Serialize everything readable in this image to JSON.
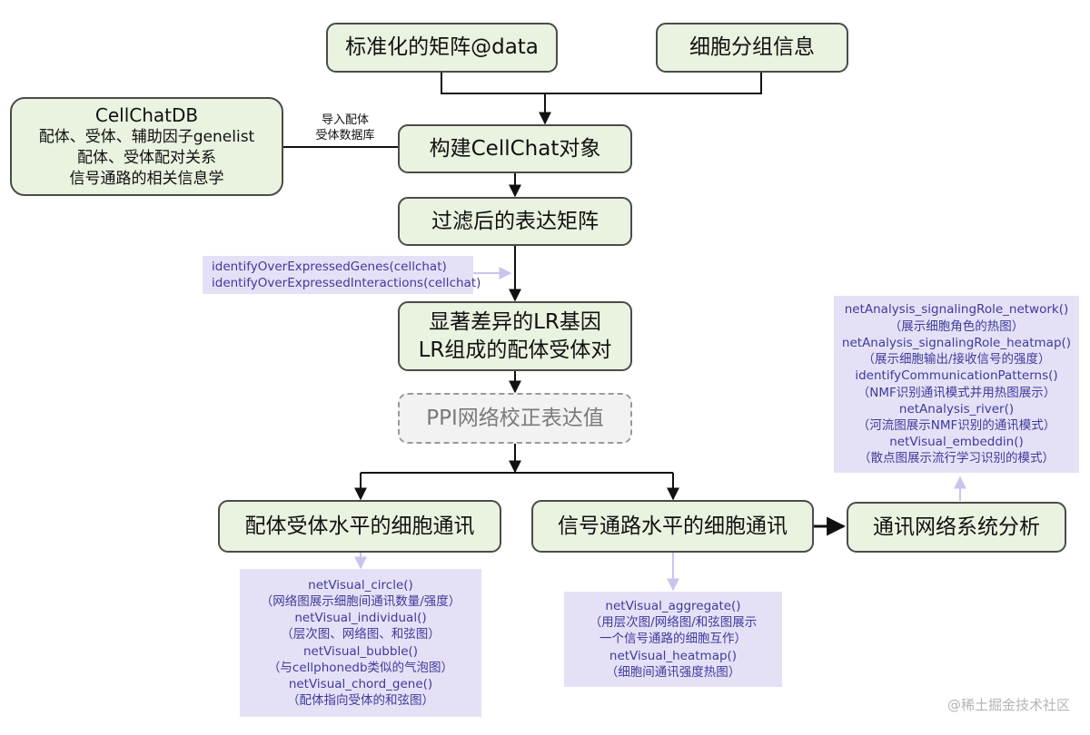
{
  "nodes": {
    "matrix": "标准化的矩阵@data",
    "groups": "细胞分组信息",
    "cellchatdb": {
      "title": "CellChatDB",
      "lines": [
        "配体、受体、辅助因子genelist",
        "配体、受体配对关系",
        "信号通路的相关信息学"
      ]
    },
    "build": "构建CellChat对象",
    "filtered": "过滤后的表达矩阵",
    "lr": [
      "显著差异的LR基因",
      "LR组成的配体受体对"
    ],
    "ppi": "PPI网络校正表达值",
    "ligand_level": "配体受体水平的细胞通讯",
    "pathway_level": "信号通路水平的细胞通讯",
    "network_analysis": "通讯网络系统分析"
  },
  "edge_labels": {
    "import_db": [
      "导入配体",
      "受体数据库"
    ]
  },
  "notes": {
    "identify": [
      "identifyOverExpressedGenes(cellchat)",
      "identifyOverExpressedInteractions(cellchat)"
    ],
    "network": [
      "netAnalysis_signalingRole_network()",
      "（展示细胞角色的热图）",
      "netAnalysis_signalingRole_heatmap()",
      "（展示细胞输出/接收信号的强度）",
      "identifyCommunicationPatterns()",
      "（NMF识别通讯模式并用热图展示）",
      "netAnalysis_river()",
      "（河流图展示NMF识别的通讯模式）",
      "netVisual_embeddin()",
      "（散点图展示流行学习识别的模式）"
    ],
    "ligand": [
      "netVisual_circle()",
      "（网络图展示细胞间通讯数量/强度）",
      "netVisual_individual()",
      "（层次图、网络图、和弦图）",
      "netVisual_bubble()",
      "（与cellphonedb类似的气泡图）",
      "netVisual_chord_gene()",
      "（配体指向受体的和弦图）"
    ],
    "pathway": [
      "netVisual_aggregate()",
      "（用层次图/网络图/和弦图展示",
      "一个信号通路的细胞互作）",
      "netVisual_heatmap()",
      "（细胞间通讯强度热图）"
    ]
  },
  "watermark": "@稀土掘金技术社区",
  "colors": {
    "box_fill": "#eaf2e0",
    "box_border": "#4b4b4b",
    "note_fill": "#e4e1f7",
    "note_text": "#3f3a9a",
    "dashed_text": "#7a7a7a",
    "faint_arrow": "#c9c4ee"
  }
}
